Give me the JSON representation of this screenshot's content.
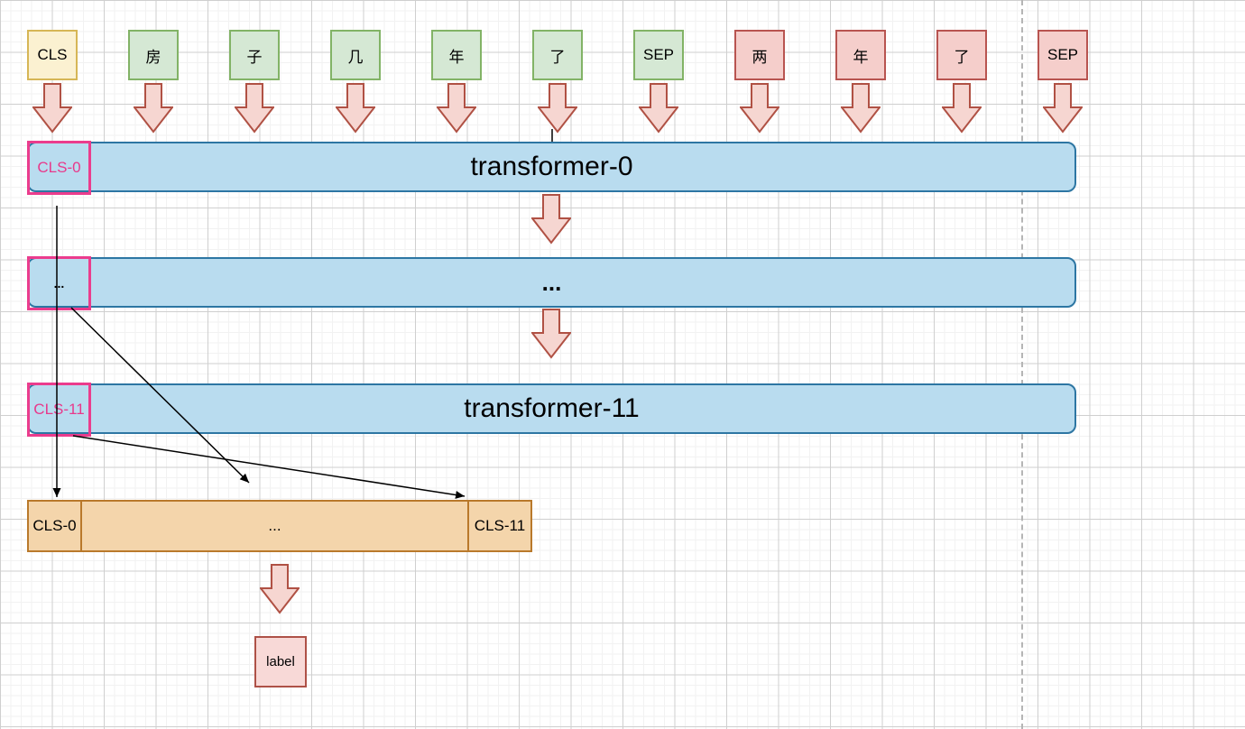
{
  "colors": {
    "token_yellow_fill": "#fbf1d1",
    "token_yellow_border": "#d6b656",
    "token_green_fill": "#d5e8d4",
    "token_green_border": "#82b366",
    "token_red_fill": "#f5cecb",
    "token_red_border": "#b85450",
    "block_arrow_fill": "#f6d6d1",
    "block_arrow_border": "#b05144",
    "layer_bar_fill": "#b9dcef",
    "layer_bar_border": "#2d76a3",
    "cls_overlay_border": "#eb3c8d",
    "cls_overlay_text": "#e8398b",
    "pooled_bar_fill": "#f4d5ab",
    "pooled_bar_border": "#b9792b",
    "label_box_fill": "#f8d9d7",
    "label_box_border": "#ae5147",
    "connector_color": "#000000",
    "divider_color": "#b5b5b5"
  },
  "tokens": [
    {
      "label": "CLS",
      "style": "yellow"
    },
    {
      "label": "房",
      "style": "green"
    },
    {
      "label": "子",
      "style": "green"
    },
    {
      "label": "几",
      "style": "green"
    },
    {
      "label": "年",
      "style": "green"
    },
    {
      "label": "了",
      "style": "green"
    },
    {
      "label": "SEP",
      "style": "green"
    },
    {
      "label": "两",
      "style": "red"
    },
    {
      "label": "年",
      "style": "red"
    },
    {
      "label": "了",
      "style": "red"
    },
    {
      "label": "SEP",
      "style": "red"
    }
  ],
  "layers": {
    "first": {
      "label": "transformer-0",
      "cls": "CLS-0"
    },
    "middle": {
      "label": "...",
      "cls": "..."
    },
    "last": {
      "label": "transformer-11",
      "cls": "CLS-11"
    }
  },
  "pooled_bar": {
    "left": "CLS-0",
    "middle": "...",
    "right": "CLS-11"
  },
  "output_label": "label"
}
